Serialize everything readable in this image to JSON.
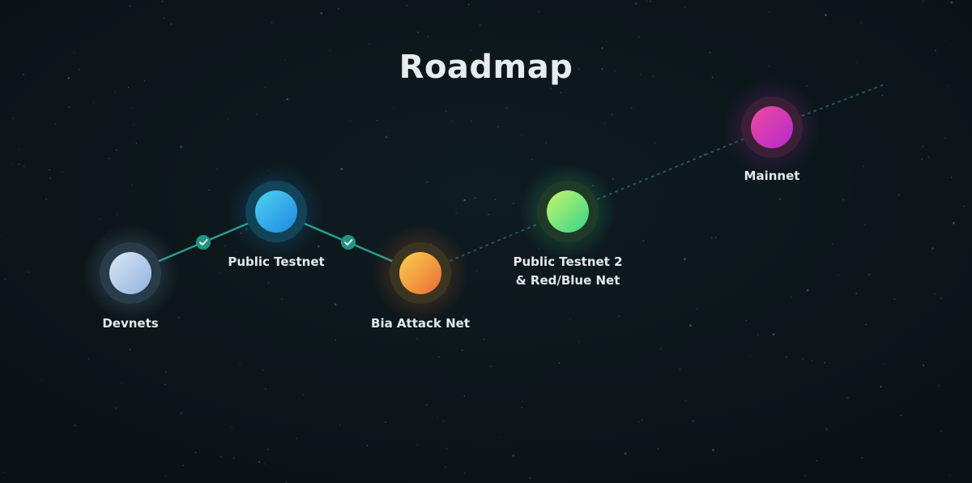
{
  "title": "Roadmap",
  "milestones": [
    {
      "id": "devnets",
      "label_lines": [
        "Devnets"
      ],
      "color_from": "#dce8f7",
      "color_to": "#8fb1dd",
      "ring": "#2a3b49",
      "completed": true
    },
    {
      "id": "public-testnet",
      "label_lines": [
        "Public Testnet"
      ],
      "color_from": "#4ed3f0",
      "color_to": "#1f86e2",
      "ring": "#124459",
      "completed": true
    },
    {
      "id": "bia-attack-net",
      "label_lines": [
        "Bia Attack Net"
      ],
      "color_from": "#f8d24e",
      "color_to": "#ec6a36",
      "ring": "#3a3520",
      "completed": false
    },
    {
      "id": "public-testnet-2",
      "label_lines": [
        "Public Testnet 2",
        "& Red/Blue Net"
      ],
      "color_from": "#c6f76a",
      "color_to": "#35d48a",
      "ring": "#1f3a27",
      "completed": false
    },
    {
      "id": "mainnet",
      "label_lines": [
        "Mainnet"
      ],
      "color_from": "#f04a9c",
      "color_to": "#b32ad0",
      "ring": "#3a1f37",
      "completed": false
    }
  ],
  "colors": {
    "background": "#0c1519",
    "connector_done": "#2a9a8e",
    "connector_pending": "#1f5a56",
    "check_badge": "#1e9585"
  }
}
